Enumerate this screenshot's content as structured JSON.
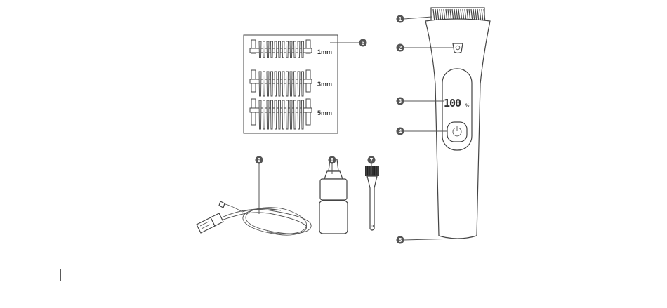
{
  "callouts": [
    {
      "number": "1"
    },
    {
      "number": "2"
    },
    {
      "number": "3"
    },
    {
      "number": "4"
    },
    {
      "number": "5"
    },
    {
      "number": "6"
    },
    {
      "number": "7"
    },
    {
      "number": "8"
    },
    {
      "number": "9"
    }
  ],
  "combs": [
    {
      "label": "1mm"
    },
    {
      "label": "3mm"
    },
    {
      "label": "5mm"
    }
  ],
  "display": {
    "digits": "100",
    "unit": "%"
  },
  "colors": {
    "callout_fill": "#555555",
    "outline": "#444444"
  },
  "icons": {
    "power": "power-icon"
  }
}
